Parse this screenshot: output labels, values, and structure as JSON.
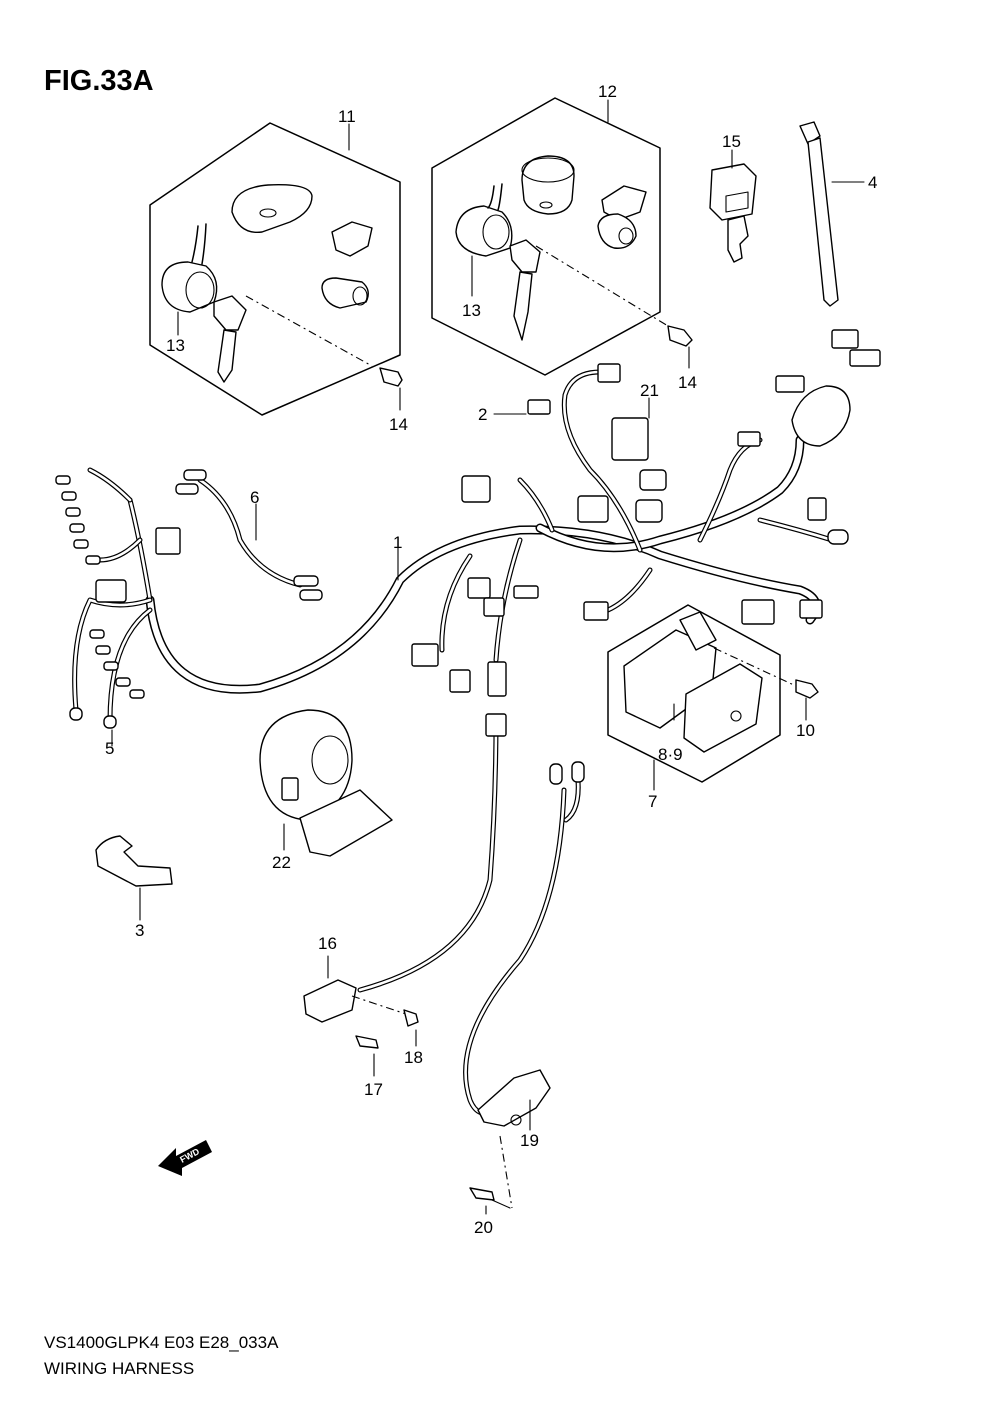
{
  "figure": {
    "title": "FIG.33A",
    "code": "VS1400GLPK4 E03 E28_033A",
    "name": "WIRING HARNESS",
    "fwd_label": "FWD"
  },
  "callouts": {
    "c1": "1",
    "c2": "2",
    "c3": "3",
    "c4": "4",
    "c5": "5",
    "c6": "6",
    "c7": "7",
    "c8_9": "8·9",
    "c10": "10",
    "c11": "11",
    "c12": "12",
    "c13a": "13",
    "c13b": "13",
    "c14a": "14",
    "c14b": "14",
    "c15": "15",
    "c16": "16",
    "c17": "17",
    "c18": "18",
    "c19": "19",
    "c20": "20",
    "c21": "21",
    "c22": "22"
  }
}
